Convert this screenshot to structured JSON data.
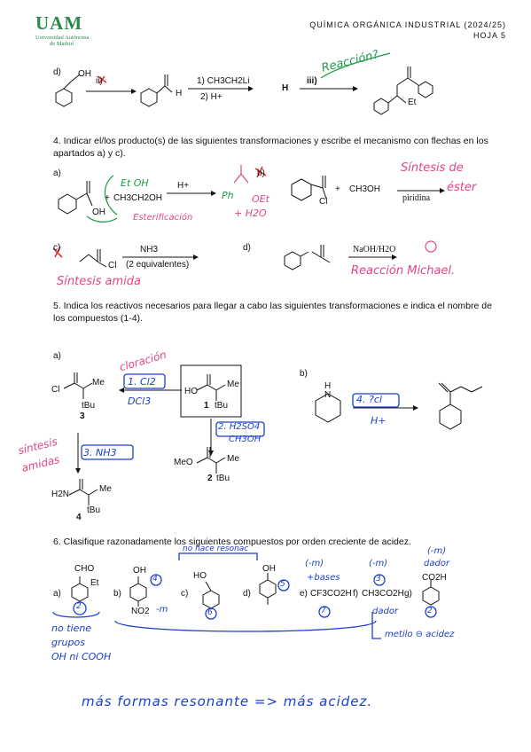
{
  "header": {
    "logo_text": "UAM",
    "university_line1": "Universidad Autónoma",
    "university_line2": "de Madrid",
    "course": "QUÍMICA ORGÁNICA INDUSTRIAL (2024/25)",
    "sheet": "HOJA 5"
  },
  "partD_top": {
    "label": "d)",
    "oh": "OH",
    "step_ii": "ii)",
    "h": "H",
    "reagent1": "1) CH3CH2Li",
    "reagent2": "2) H+",
    "mid_h": "H",
    "step_iii": "iii)",
    "product_et": "Et",
    "note": "Reacción?"
  },
  "q4": {
    "text": "4. Indicar el/los producto(s) de las siguientes transformaciones y escribe el mecanismo con flechas en los apartados a) y c).",
    "a": {
      "label": "a)",
      "oh": "OH",
      "plus": "+",
      "alcohol": "CH3CH2OH",
      "catalyst": "H+",
      "note_top": "Et OH",
      "product_ph": "Ph",
      "product_oet": "OEt",
      "water": "+ H2O",
      "note": "Esterificación"
    },
    "b": {
      "label": "b)",
      "cl": "Cl",
      "plus": "+",
      "alcohol": "CH3OH",
      "reagent": "piridina",
      "note1": "Síntesis de",
      "note2": "éster"
    },
    "c": {
      "label": "c)",
      "cl": "Cl",
      "reagent1": "NH3",
      "reagent2": "(2 equivalentes)",
      "note": "Síntesis amida"
    },
    "d": {
      "label": "d)",
      "reagent": "NaOH/H2O",
      "note": "Reacción Michael."
    }
  },
  "q5": {
    "text": "5. Indica los reactivos necesarios para llegar a cabo las siguientes transformaciones e indica el nombre de los compuestos (1-4).",
    "a": {
      "label": "a)",
      "cl": "Cl",
      "me": "Me",
      "tbu": "tBu",
      "n3": "3",
      "step1": "1. Cl2",
      "step1b": "DCl3",
      "note_top": "cloración",
      "ho": "HO",
      "n1": "1",
      "step2a": "2. H2SO4",
      "step2b": "CH3OH",
      "meo": "MeO",
      "n2": "2",
      "step3": "3. NH3",
      "note_left1": "síntesis",
      "note_left2": "amidas",
      "h2n": "H2N",
      "n4": "4"
    },
    "b": {
      "label": "b)",
      "nh": "H",
      "n_atom": "N",
      "step4": "4. ?cl",
      "step4b": "H+"
    }
  },
  "q6": {
    "text": "6. Clasifique razonadamente los siguientes compuestos por orden creciente de acidez.",
    "items": [
      {
        "label": "a)",
        "top": "CHO",
        "side": "Et",
        "rank": "2"
      },
      {
        "label": "b)",
        "top": "OH",
        "side": "NO2",
        "rank": "4"
      },
      {
        "label": "c)",
        "top": "HO",
        "rank": "6"
      },
      {
        "label": "d)",
        "top": "OH",
        "rank": "5"
      },
      {
        "label": "e)",
        "formula": "CF3CO2H",
        "rank": "7"
      },
      {
        "label": "f)",
        "formula": "CH3CO2H",
        "rank": "3"
      },
      {
        "label": "g)",
        "top": "CO2H",
        "rank": "2"
      }
    ],
    "notes": {
      "no_hace_resonancia": "no hace resonac",
      "minus_m": "(-m)",
      "mas_bases": "+bases",
      "minus_m2": "(-m)",
      "minus_m3": "(-m)",
      "dador": "dador",
      "dador2": "dador",
      "nitro_m": "-m",
      "no_tiene1": "no tiene",
      "no_tiene2": "grupos",
      "no_tiene3": "OH ni COOH",
      "metilo": "metilo ⊖ acidez",
      "conclusion": "más formas resonante => más acidez."
    }
  }
}
